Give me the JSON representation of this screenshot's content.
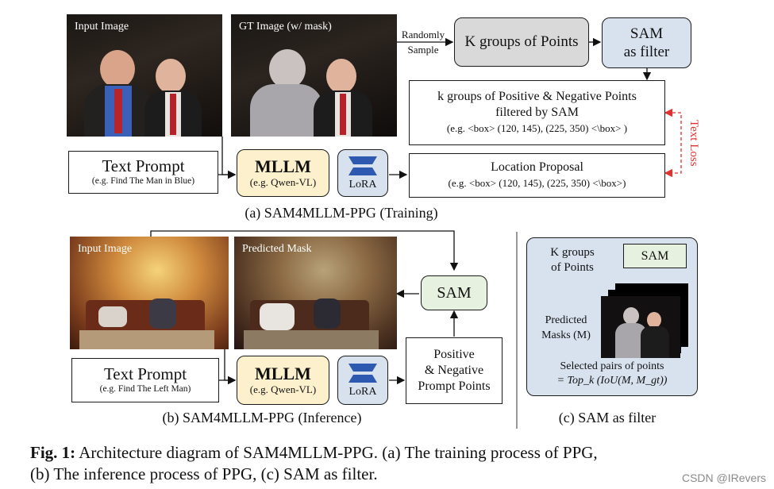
{
  "section_a": {
    "input_image_label": "Input Image",
    "gt_image_label": "GT Image (w/ mask)",
    "randomly_sample": "Randomly",
    "sample": "Sample",
    "k_groups": "K groups of Points",
    "sam_filter_line1": "SAM",
    "sam_filter_line2": "as filter",
    "filtered_line1": "k groups of Positive & Negative Points",
    "filtered_line2": "filtered by SAM",
    "filtered_line3": "(e.g. <box> (120, 145), (225, 350) <\\box> )",
    "text_loss": "Text Loss",
    "text_prompt": "Text Prompt",
    "text_prompt_example": "(e.g. Find The Man in Blue)",
    "mllm": "MLLM",
    "mllm_example": "(e.g. Qwen-VL)",
    "lora": "LoRA",
    "location_proposal": "Location Proposal",
    "location_example": "(e.g. <box> (120, 145), (225, 350) <\\box>)",
    "caption": "(a) SAM4MLLM-PPG (Training)"
  },
  "section_b": {
    "input_image_label": "Input Image",
    "predicted_mask_label": "Predicted Mask",
    "sam": "SAM",
    "text_prompt": "Text Prompt",
    "text_prompt_example": "(e.g. Find The Left Man)",
    "mllm": "MLLM",
    "mllm_example": "(e.g. Qwen-VL)",
    "lora": "LoRA",
    "points_line1": "Positive",
    "points_line2": "& Negative",
    "points_line3": "Prompt Points",
    "caption": "(b) SAM4MLLM-PPG (Inference)"
  },
  "section_c": {
    "k_groups_line1": "K groups",
    "k_groups_line2": "of Points",
    "sam": "SAM",
    "predicted": "Predicted",
    "masks": "Masks (M)",
    "selected": "Selected pairs of points",
    "formula": "= Top_k (IoU(M, M_gt))",
    "caption": "(c) SAM as filter"
  },
  "figure_caption": {
    "label": "Fig. 1:",
    "text_line1": "Architecture diagram of SAM4MLLM-PPG. (a) The training process of PPG,",
    "text_line2": "(b) The inference process of PPG, (c) SAM as filter."
  },
  "watermark": "CSDN @IRevers",
  "colors": {
    "mllm_fill": "#fdf1cd",
    "k_groups_fill": "#d9d9d9",
    "sam_filter_fill": "#d8e2ef",
    "sam_fill": "#e7f1df",
    "lora_fill": "#d8e2ef",
    "lora_icon": "#2d5ab0",
    "text_loss": "#e0312f"
  }
}
